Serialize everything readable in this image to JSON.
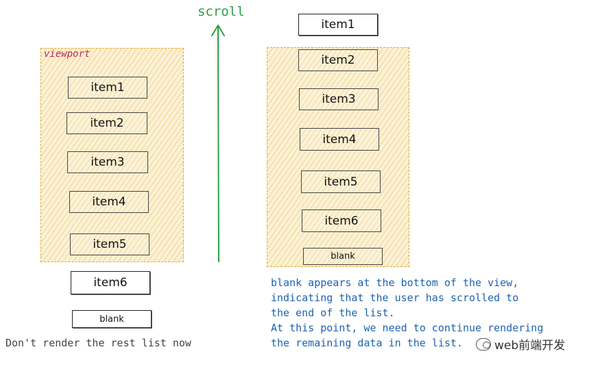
{
  "left_panel": {
    "viewport_label": "viewport",
    "items_inside": [
      "item1",
      "item2",
      "item3",
      "item4",
      "item5"
    ],
    "item_outside": "item6",
    "blank_label": "blank",
    "caption": "Don't render the rest list now"
  },
  "arrow": {
    "label": "scroll",
    "color": "#2f9e44"
  },
  "right_panel": {
    "item_above": "item1",
    "items_inside": [
      "item2",
      "item3",
      "item4",
      "item5",
      "item6"
    ],
    "blank_label": "blank",
    "note": "blank appears at the bottom of the view,\nindicating that the user has scrolled to\nthe end of the list.\nAt this point, we need to continue rendering\nthe remaining data in the list."
  },
  "watermark": {
    "text": "web前端开发"
  }
}
